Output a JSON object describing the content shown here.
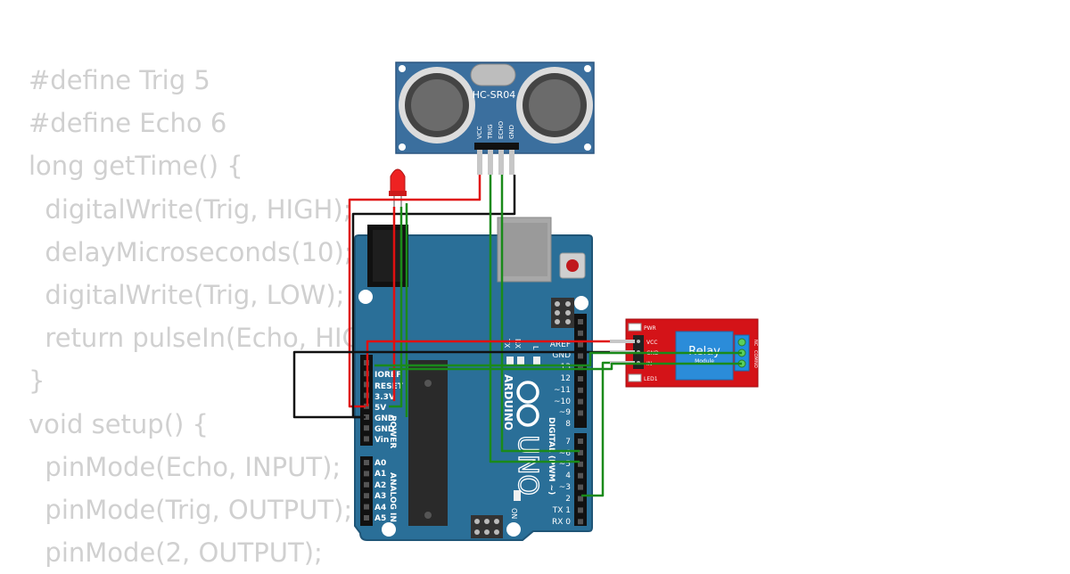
{
  "code_lines": [
    "#define Trig 5",
    "#define Echo 6",
    "long getTime() {",
    "  digitalWrite(Trig, HIGH);",
    "  delayMicroseconds(10);",
    "  digitalWrite(Trig, LOW);",
    "  return pulseIn(Echo, HIGH);",
    "}",
    "void setup() {",
    "  pinMode(Echo, INPUT);",
    "  pinMode(Trig, OUTPUT);",
    "  pinMode(2, OUTPUT);"
  ],
  "sensor": {
    "model": "HC-SR04",
    "pins": [
      "VCC",
      "TRIG",
      "ECHO",
      "GND"
    ]
  },
  "arduino": {
    "brand": "ARDUINO",
    "model": "UNO",
    "power_label": "POWER",
    "analog_label": "ANALOG IN",
    "digital_label": "DIGITAL (PWM ~)",
    "on_label": "ON",
    "power_pins": [
      "IOREF",
      "RESET",
      "3.3V",
      "5V",
      "GND",
      "GND",
      "Vin"
    ],
    "analog_pins": [
      "A0",
      "A1",
      "A2",
      "A3",
      "A4",
      "A5"
    ],
    "header_top_pins": [
      "AREF",
      "GND",
      "13",
      "12",
      "~11",
      "~10",
      "~9",
      "8"
    ],
    "header_bottom_pins": [
      "7",
      "~6",
      "~5",
      "4",
      "~3",
      "2",
      "TX 1",
      "RX 0"
    ],
    "tx_label": "TX",
    "rx_label": "RX",
    "l_label": "L"
  },
  "relay": {
    "title": "Relay",
    "subtitle": "Module",
    "pins": [
      "VCC",
      "GND",
      "IN"
    ],
    "pwr_label": "PWR",
    "led_label": "LED1",
    "terminal_labels": [
      "NO",
      "COM",
      "NC"
    ]
  },
  "colors": {
    "board": "#2a6f98",
    "board_edge": "#1f5577",
    "sensor": "#3b6f9e",
    "relay": "#d41318",
    "relay_box": "#2b8cd9",
    "wire_red": "#e01010",
    "wire_black": "#111111",
    "wire_green": "#1a8a1a",
    "code_text": "#d0d0d0"
  }
}
